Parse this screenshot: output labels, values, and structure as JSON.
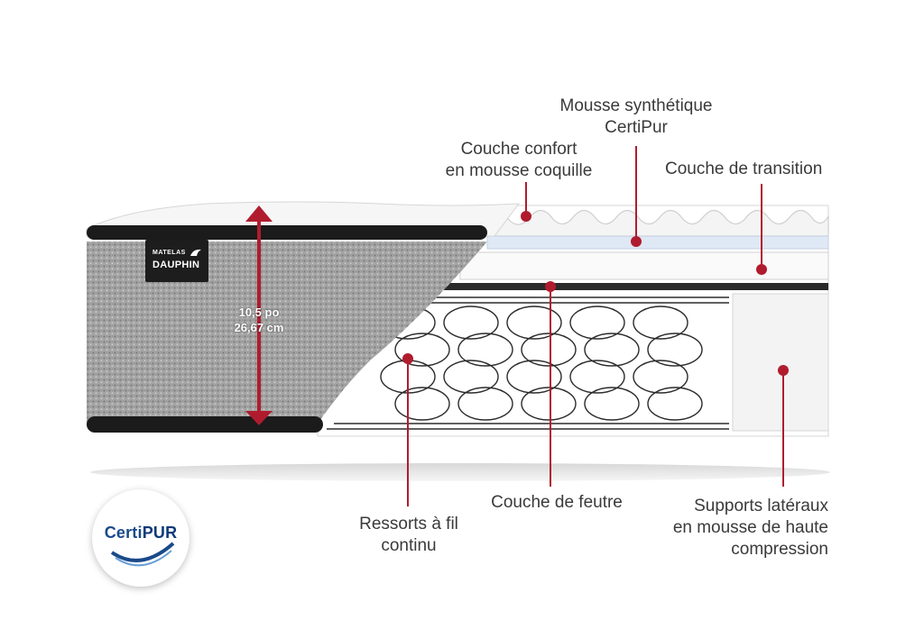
{
  "labels": {
    "mousse_synthetique": [
      "Mousse synthétique",
      "CertiPur"
    ],
    "couche_confort": [
      "Couche confort",
      "en mousse coquille"
    ],
    "couche_transition": [
      "Couche de transition"
    ],
    "couche_feutre": [
      "Couche de feutre"
    ],
    "ressorts": [
      "Ressorts à fil",
      "continu"
    ],
    "supports": [
      "Supports latéraux",
      "en mousse de haute",
      "compression"
    ]
  },
  "dimension": {
    "inches": "10,5 po",
    "cm": "26,67 cm"
  },
  "brand": {
    "small": "MATELAS",
    "name": "DAUPHIN"
  },
  "certipur": {
    "prefix": "Certi",
    "suffix": "PUR"
  },
  "colors": {
    "accent_red": "#b01c2e",
    "label_text": "#3a3a3a",
    "fabric_gray": "#9c9c9c",
    "band_black": "#1b1b1b",
    "foam_blue": "#dfe8f5",
    "certipur_blue": "#1a4a8a"
  }
}
